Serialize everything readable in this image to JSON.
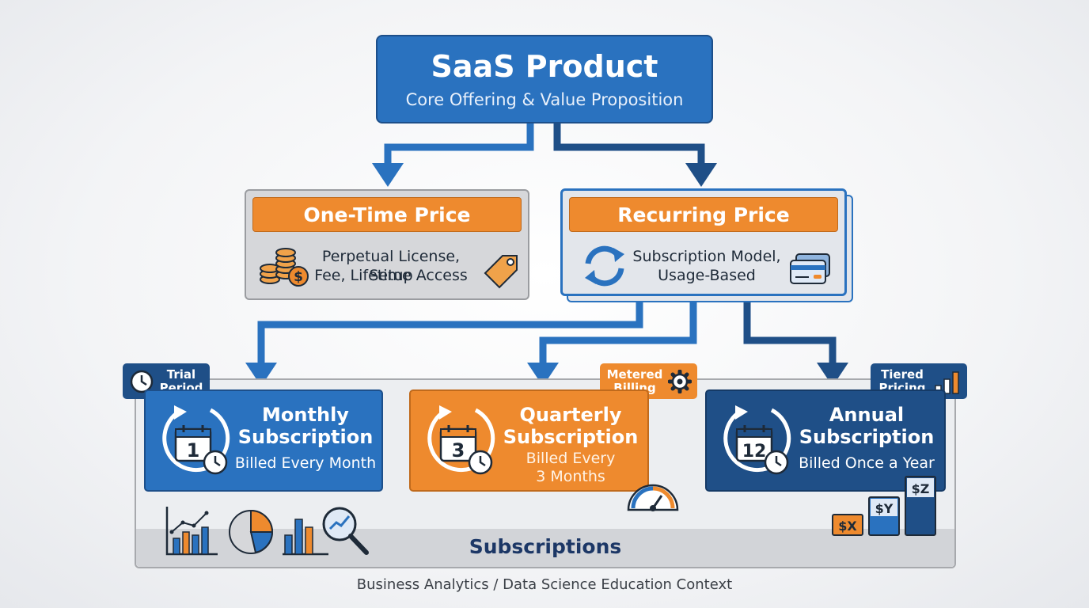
{
  "product": {
    "title": "SaaS Product",
    "subtitle": "Core Offering & Value Proposition"
  },
  "one_time": {
    "title": "One-Time Price",
    "desc_line1": "Perpetual License, Setup",
    "desc_line2": "Fee, Lifetime Access"
  },
  "recurring": {
    "title": "Recurring Price",
    "desc_line1": "Subscription Model,",
    "desc_line2": "Usage-Based"
  },
  "tags": {
    "trial": {
      "line1": "Trial",
      "line2": "Period"
    },
    "metered": {
      "line1": "Metered",
      "line2": "Billing"
    },
    "tiered": {
      "line1": "Tiered",
      "line2": "Pricing"
    }
  },
  "plans": {
    "monthly": {
      "title1": "Monthly",
      "title2": "Subscription",
      "billing1": "Billed Every Month",
      "billing2": "",
      "calendar_number": "1"
    },
    "quarterly": {
      "title1": "Quarterly",
      "title2": "Subscription",
      "billing1": "Billed Every",
      "billing2": "3 Months",
      "calendar_number": "3"
    },
    "annual": {
      "title1": "Annual",
      "title2": "Subscription",
      "billing1": "Billed Once a Year",
      "billing2": "",
      "calendar_number": "12"
    }
  },
  "tiers": {
    "x": "$X",
    "y": "$Y",
    "z": "$Z"
  },
  "container_label": "Subscriptions",
  "caption": "Business Analytics / Data Science Education Context",
  "colors": {
    "blue": "#2a72bf",
    "dark_blue": "#1f4f87",
    "orange": "#ee8a2e",
    "gray": "#d6d7da"
  },
  "icons": [
    "coins-dollar-icon",
    "price-tag-icon",
    "refresh-cycle-icon",
    "credit-card-icon",
    "clock-icon",
    "gear-icon",
    "bar-chart-icon",
    "calendar-icon",
    "gauge-icon",
    "line-chart-icon",
    "pie-chart-icon",
    "magnifier-chart-icon"
  ]
}
